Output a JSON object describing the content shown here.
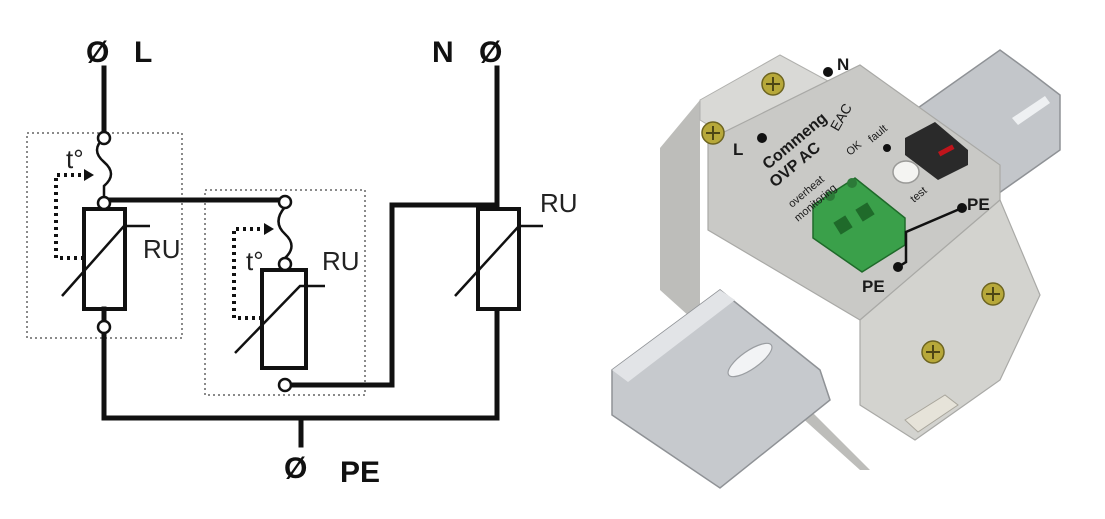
{
  "schematic": {
    "label_L": "L",
    "label_N": "N",
    "label_PE": "PE",
    "terminal_symbol": "Ø",
    "ru_1": "RU",
    "ru_2": "RU",
    "ru_3": "RU",
    "temp_1": "t°",
    "temp_2": "t°"
  },
  "device": {
    "brand": "Commeng",
    "model": "OVP AC",
    "label_L": "L",
    "label_N": "N",
    "label_PE_top": "PE",
    "label_PE_bottom": "PE",
    "ok": "OK",
    "fault": "fault",
    "test": "test",
    "overheat": "overheat",
    "monitoring": "monitoring",
    "eac_mark": "EAC"
  },
  "colors": {
    "terminal_block": "#3aa04a",
    "body": "#d6d6d3",
    "face": "#c9c9c6",
    "rail": "#b9bcc0",
    "fault_led": "#c0141b"
  }
}
